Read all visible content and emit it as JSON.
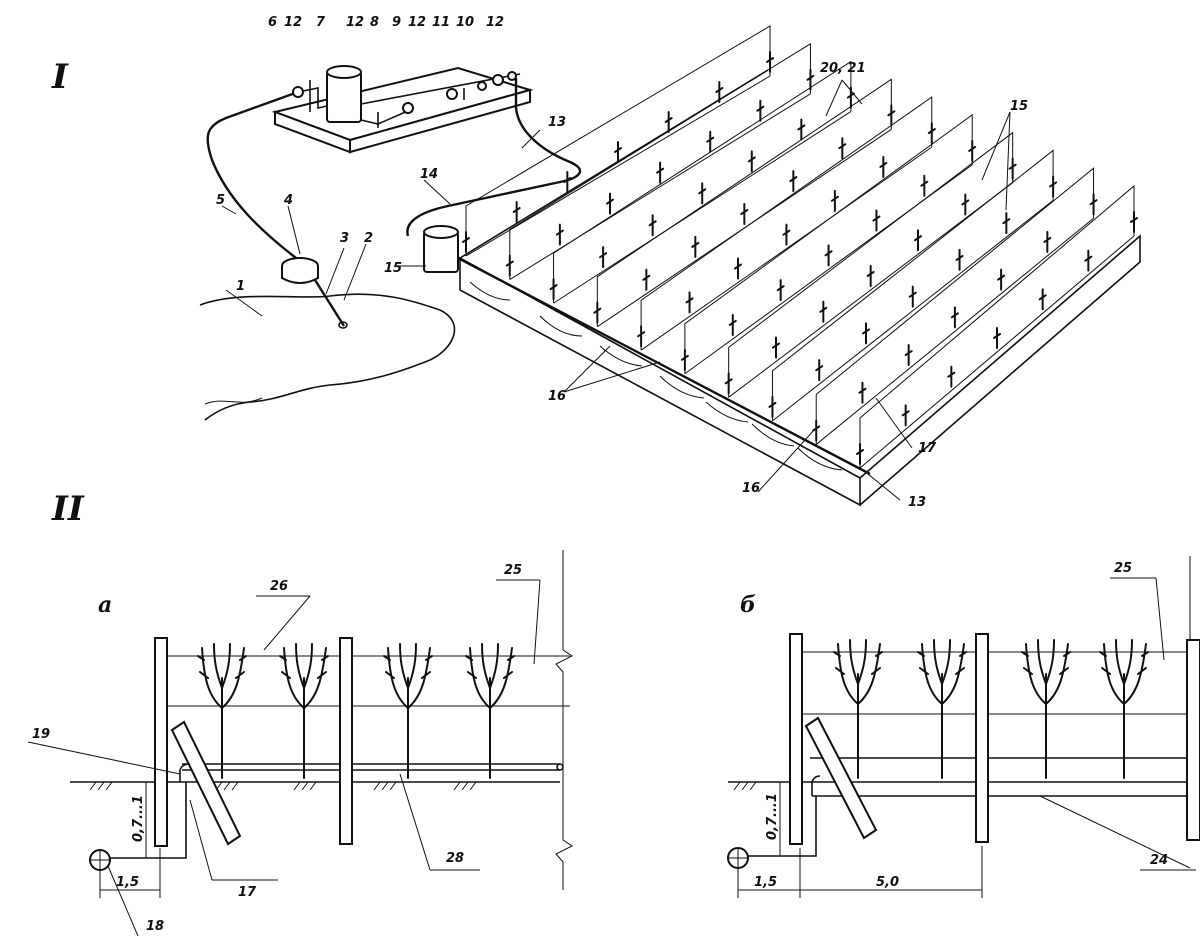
{
  "sections": {
    "one": "I",
    "two": "II",
    "a": "а",
    "b": "б"
  },
  "labels_part1": {
    "n1": "1",
    "n2": "2",
    "n3": "3",
    "n4": "4",
    "n5": "5",
    "n6": "6",
    "n7": "7",
    "n8": "8",
    "n9": "9",
    "n10": "10",
    "n11": "11",
    "n12a": "12",
    "n12b": "12",
    "n12c": "12",
    "n12d": "12",
    "n13a": "13",
    "n13b": "13",
    "n14": "14",
    "n15a": "15",
    "n15b": "15",
    "n16a": "16",
    "n16b": "16",
    "n17": "17",
    "n2021": "20, 21"
  },
  "labels_part2a": {
    "n17": "17",
    "n18": "18",
    "n19": "19",
    "n25": "25",
    "n26": "26",
    "n28": "28",
    "depth": "0,7...1",
    "offset": "1,5"
  },
  "labels_part2b": {
    "n24": "24",
    "n25": "25",
    "depth": "0,7...1",
    "offset": "1,5",
    "spacing": "5,0"
  }
}
